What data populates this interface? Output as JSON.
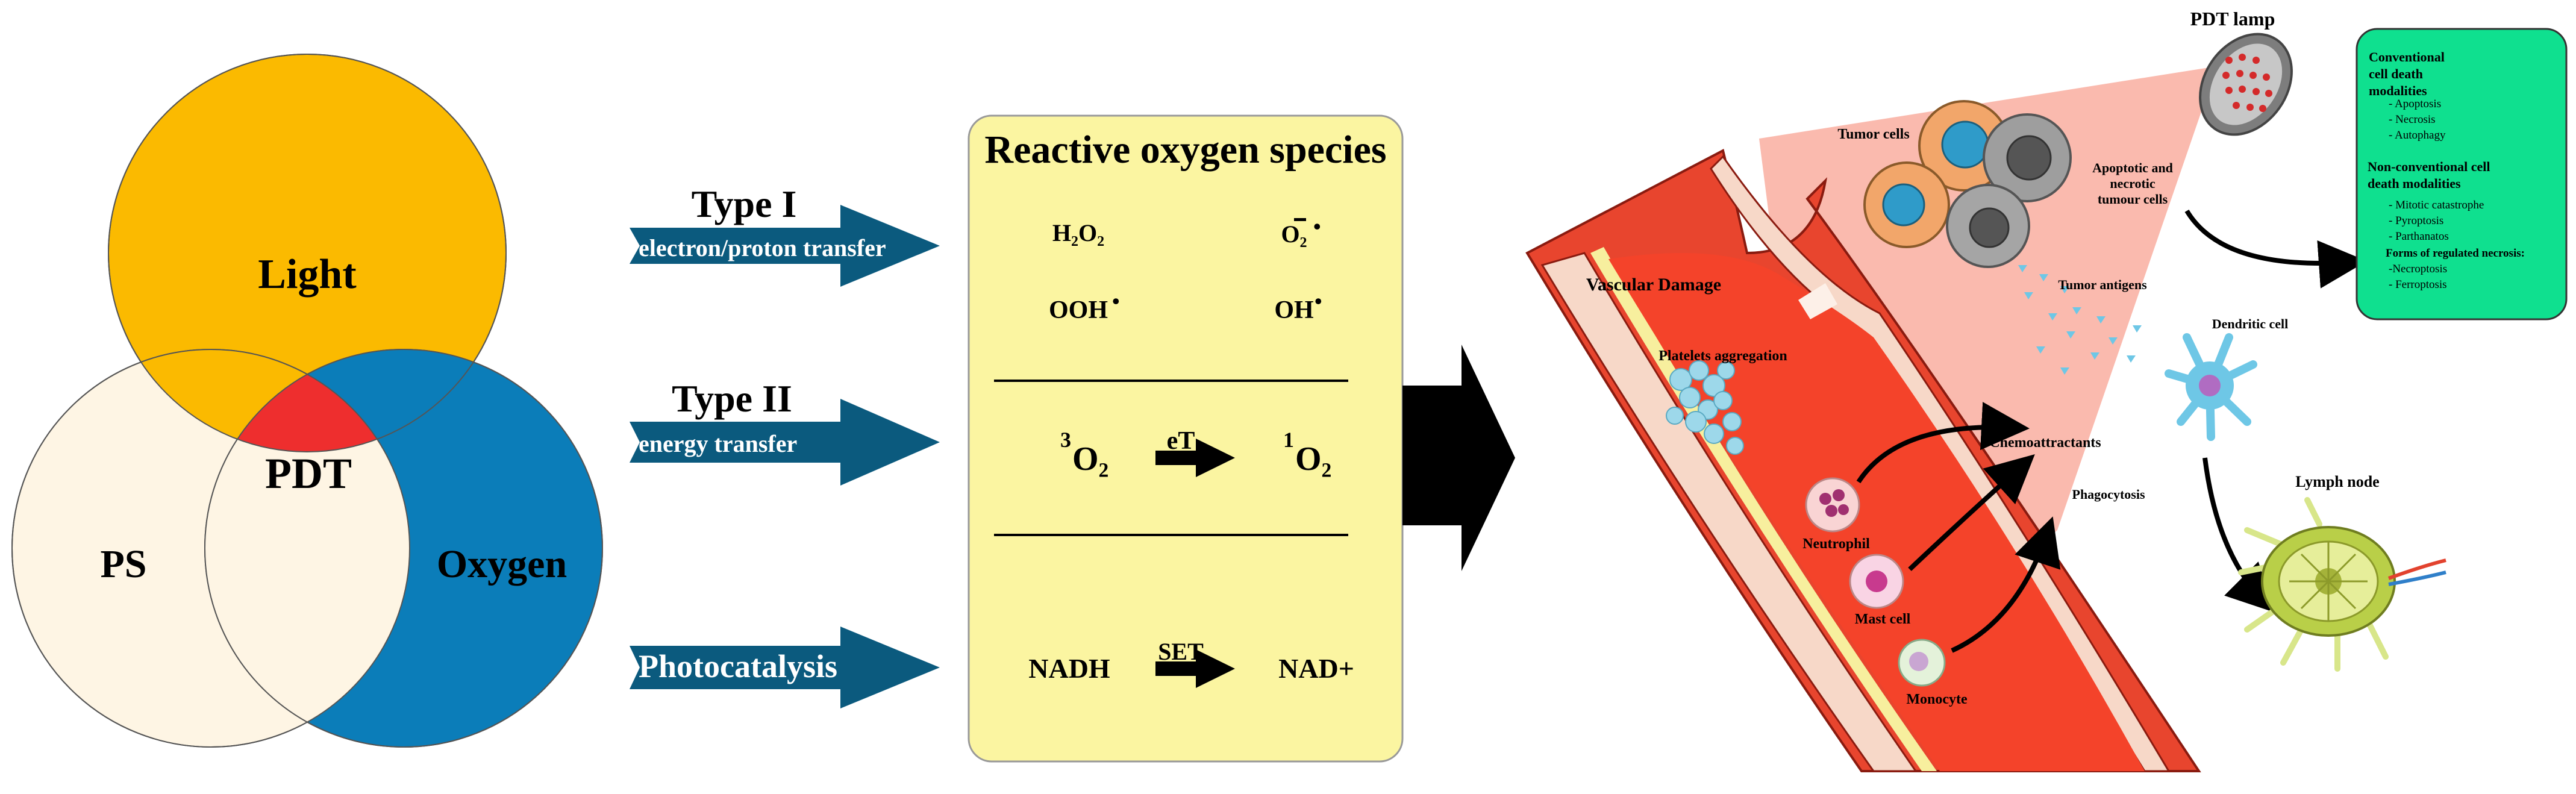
{
  "venn": {
    "light": "Light",
    "ps": "PS",
    "oxygen": "Oxygen",
    "center": "PDT",
    "colors": {
      "light": "#FBBA00",
      "ps": "#FEF5E4",
      "oxygen": "#0B7DB9",
      "center": "#EE2E2E"
    }
  },
  "pathways": [
    {
      "title": "Type I",
      "subtitle": "electron/proton transfer"
    },
    {
      "title": "Type II",
      "subtitle": "energy transfer"
    },
    {
      "title": "",
      "subtitle": "Photocatalysis"
    }
  ],
  "ros": {
    "title": "Reactive oxygen species",
    "h2o2": "H₂O₂",
    "superoxide": "O₂",
    "superoxide_sup": "•",
    "ooh": "OOH",
    "oh": "OH",
    "radical_dot": "•",
    "triplet_o2_sup": "3",
    "triplet_o2": "O₂",
    "et_label": "eT",
    "singlet_o2_sup": "1",
    "singlet_o2": "O₂",
    "nadh": "NADH",
    "set_label": "SET",
    "nad": "NAD+"
  },
  "biology": {
    "pdt_lamp": "PDT lamp",
    "tumor_cells": "Tumor cells",
    "apoptotic_cells": "Apoptotic and necrotic tumour cells",
    "tumor_antigens": "Tumor antigens",
    "vascular_damage": "Vascular Damage",
    "platelets": "Platelets aggregation",
    "chemoattractants": "Chemoattractants",
    "phagocytosis": "Phagocytosis",
    "dendritic_cell": "Dendritic cell",
    "lymph_node": "Lymph node",
    "neutrophil": "Neutrophil",
    "mast_cell": "Mast cell",
    "monocyte": "Monocyte"
  },
  "death_box": {
    "conventional_title": "Conventional cell death modalities",
    "conventional_items": [
      "- Apoptosis",
      "- Necrosis",
      "- Autophagy"
    ],
    "nonconventional_title": "Non-conventional cell death modalities",
    "nonconventional_items": [
      "- Mitotic catastrophe",
      "- Pyroptosis",
      "- Parthanatos"
    ],
    "regulated_title": "Forms of regulated necrosis:",
    "regulated_items": [
      "-Necroptosis",
      "- Ferroptosis"
    ]
  }
}
